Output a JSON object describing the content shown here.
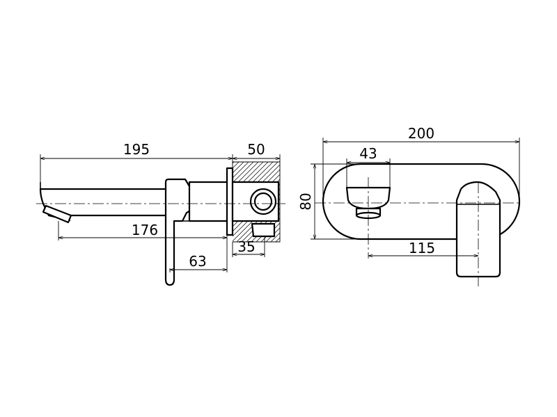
{
  "dimensions": {
    "side_total_length": "195",
    "side_wall_depth": "50",
    "side_spout_length": "176",
    "side_lever_offset": "63",
    "side_body_offset": "35",
    "front_total_width": "200",
    "front_outlet_offset": "43",
    "front_plate_height": "80",
    "front_center_distance": "115"
  }
}
